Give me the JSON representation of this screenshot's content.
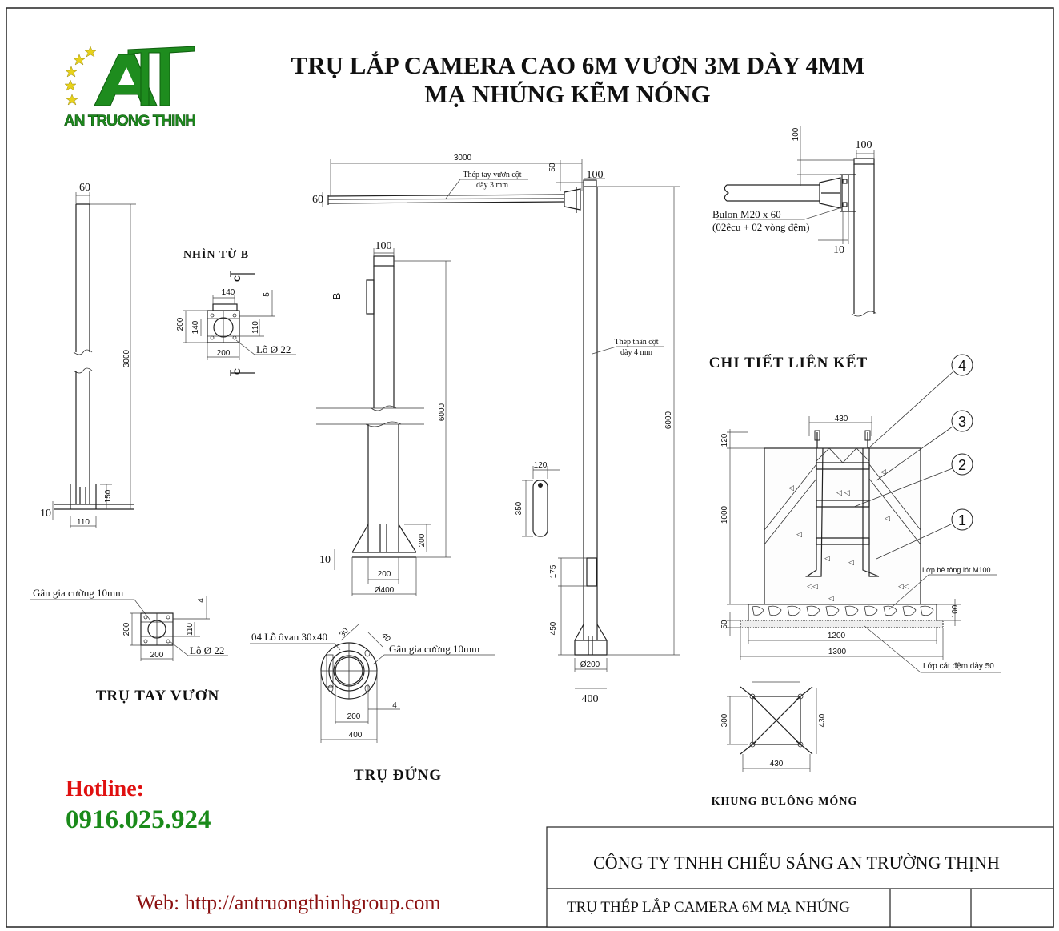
{
  "title": {
    "line1": "TRỤ LẮP CAMERA CAO 6M VƯƠN 3M DÀY 4MM",
    "line2": "MẠ NHÚNG KẼM NÓNG"
  },
  "logo": {
    "letters": "AT",
    "name": "AN TRUONG THINH",
    "colors": {
      "green": "#1e8c1e",
      "star": "#e8d21a"
    }
  },
  "arm_pole": {
    "heading": "TRỤ TAY VƯƠN",
    "dims": {
      "top": "60",
      "length": "3000",
      "base_h": "150",
      "plate": "10",
      "base_w": "110"
    },
    "view_b": {
      "heading": "NHÌN TỪ B",
      "section": "C",
      "dims": {
        "w140": "140",
        "h200": "200",
        "h140": "140",
        "h110": "110",
        "gap": "5",
        "w200": "200"
      },
      "hole": "Lỗ Ø 22"
    },
    "flange": {
      "rib": "Gân gia cường 10mm",
      "dims": {
        "h200": "200",
        "h110": "110",
        "gap": "4",
        "w200": "200"
      },
      "hole": "Lỗ Ø 22"
    }
  },
  "main_pole": {
    "heading": "TRỤ ĐỨNG",
    "dims": {
      "top": "100",
      "view": "B",
      "height": "6000",
      "base_h": "200",
      "plate": "10",
      "w200": "200",
      "dia400": "Ø400"
    },
    "flange": {
      "holes": "04 Lỗ ôvan 30x40",
      "rib": "Gân gia cường 10mm",
      "dims": {
        "a": "30",
        "b": "40",
        "w200": "200",
        "gap": "4",
        "w400": "400"
      }
    }
  },
  "assembly": {
    "arm_length": "3000",
    "arm_note1": "Thép tay vươn cột",
    "arm_note2": "dày 3 mm",
    "offset": "50",
    "cap": "100",
    "arm_dia": "60",
    "pole_note1": "Thép thân cột",
    "pole_note2": "dày 4 mm",
    "height": "6000",
    "cam_w": "120",
    "cam_h": "350",
    "door_h": "175",
    "door_offset": "450",
    "base_dia": "Ø200",
    "base_w": "400"
  },
  "connection": {
    "heading": "CHI TIẾT LIÊN KẾT",
    "dim_v": "100",
    "dim_cap": "100",
    "bolt1": "Bulon M20 x 60",
    "bolt2": "(02êcu + 02 vòng đệm)",
    "plate": "10"
  },
  "foundation": {
    "dims": {
      "w430": "430",
      "h120": "120",
      "h1000": "1000",
      "h50": "50",
      "h100": "100",
      "w1200": "1200",
      "w1300": "1300"
    },
    "concrete_note": "Lớp bê tông lót M100",
    "sand_note": "Lớp cát đệm dày 50",
    "callouts": [
      "4",
      "3",
      "2",
      "1"
    ]
  },
  "bolt_frame": {
    "heading": "KHUNG BULÔNG MÓNG",
    "dims": {
      "h300": "300",
      "h430": "430",
      "w430": "430"
    }
  },
  "contact": {
    "hotline_label": "Hotline:",
    "hotline_number": "0916.025.924",
    "web": "Web: http://antruongthinhgroup.com",
    "colors": {
      "hotline": "#e01010",
      "number": "#1a8a1a",
      "web": "#8b1010"
    }
  },
  "title_block": {
    "company": "CÔNG TY TNHH CHIẾU SÁNG AN TRƯỜNG THỊNH",
    "product": "TRỤ THÉP LẮP CAMERA 6M MẠ NHÚNG"
  }
}
